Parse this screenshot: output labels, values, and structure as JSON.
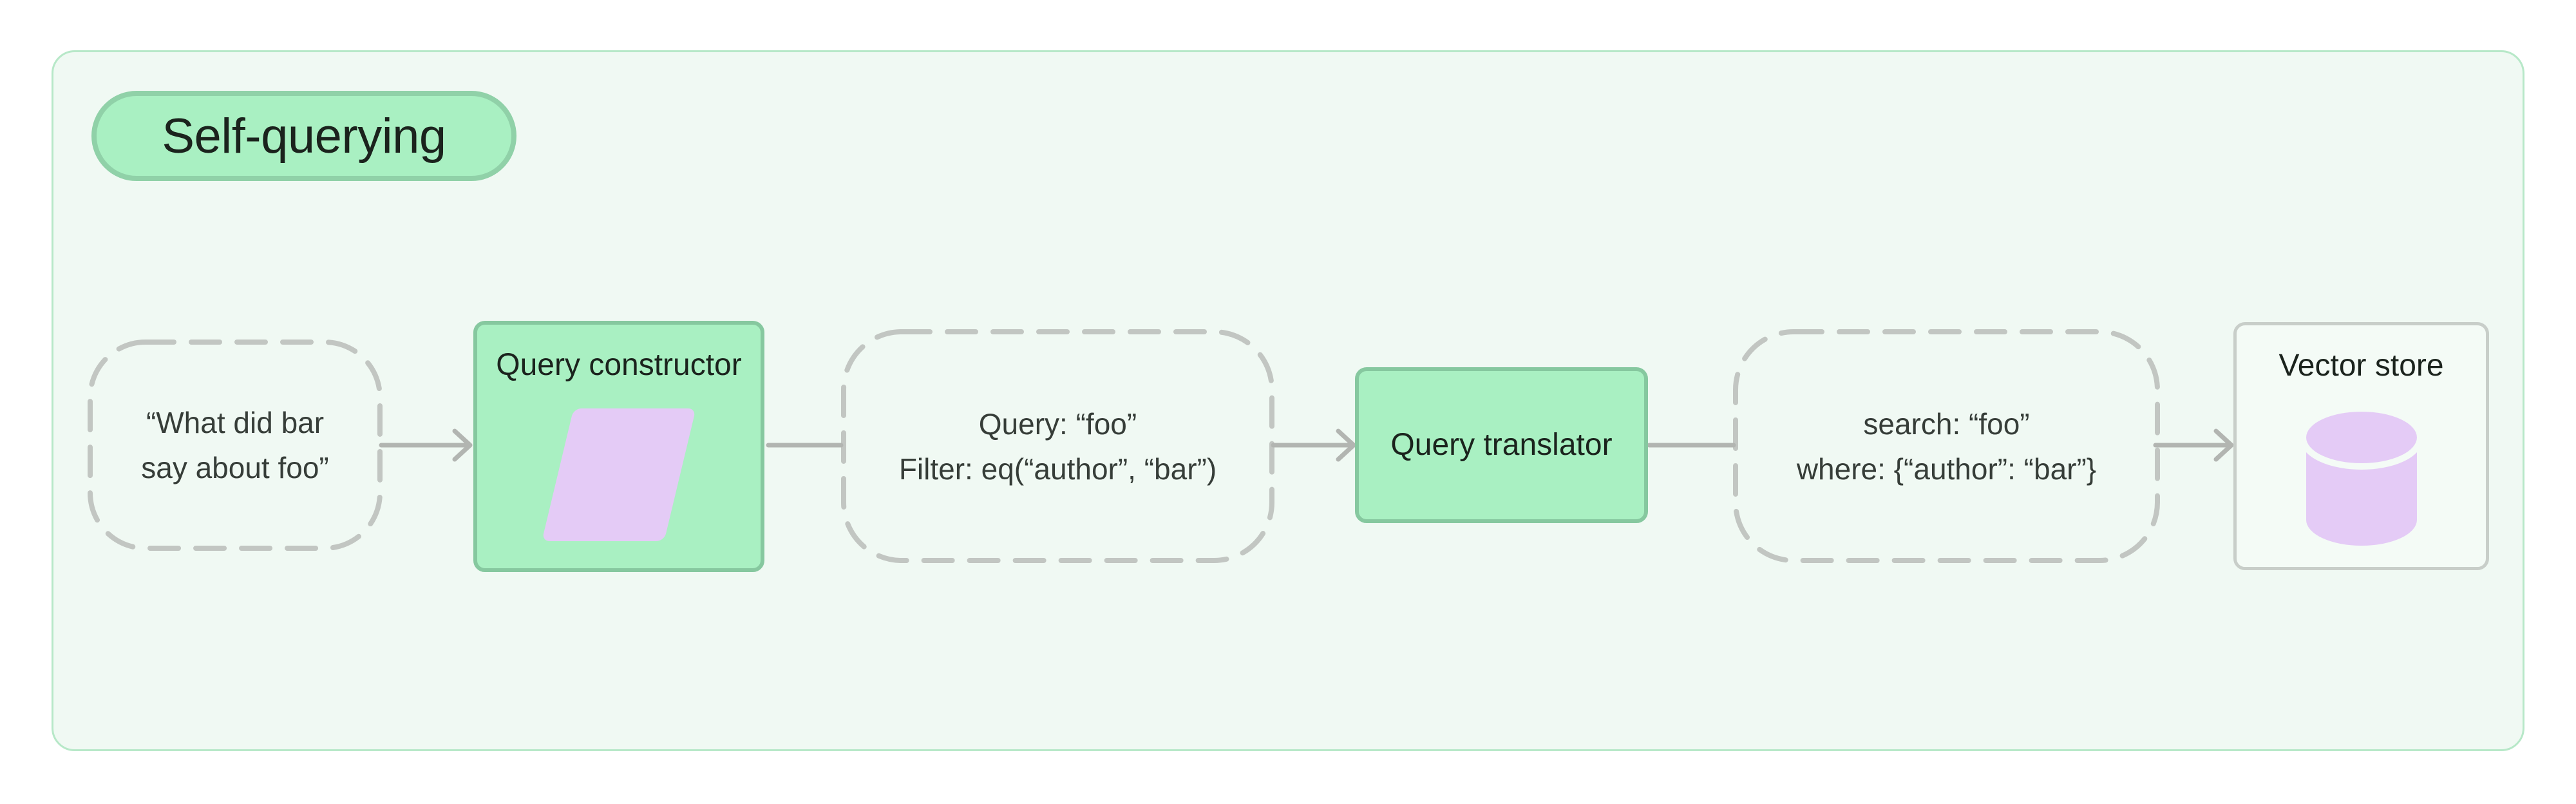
{
  "header": {
    "title": "Self-querying"
  },
  "nodes": {
    "input": {
      "lines": [
        "“What did bar",
        "say about foo”"
      ]
    },
    "query_constructor": {
      "label": "Query constructor",
      "icon": "parallelogram-icon"
    },
    "structured_query": {
      "lines": [
        "Query: “foo”",
        "Filter: eq(“author”, “bar”)"
      ]
    },
    "query_translator": {
      "label": "Query translator"
    },
    "translated_query": {
      "lines": [
        "search: “foo”",
        "where: {“author”: “bar”}"
      ]
    },
    "vector_store": {
      "label": "Vector store",
      "icon": "database-icon"
    }
  },
  "colors": {
    "canvas_bg": "#ffffff",
    "container_bg": "#f0f9f3",
    "container_border": "#b7e8c8",
    "green_fill": "#a9f0c2",
    "green_border": "#86c89f",
    "pill_border": "#90d1a8",
    "purple": "#e4cbf6",
    "dash": "#c2c6c2",
    "arrow": "#b2b5b1",
    "store_bg": "#f4fbf6",
    "store_border": "#c8cec9",
    "text_dark": "#1b231d",
    "text_node": "#363d38"
  }
}
